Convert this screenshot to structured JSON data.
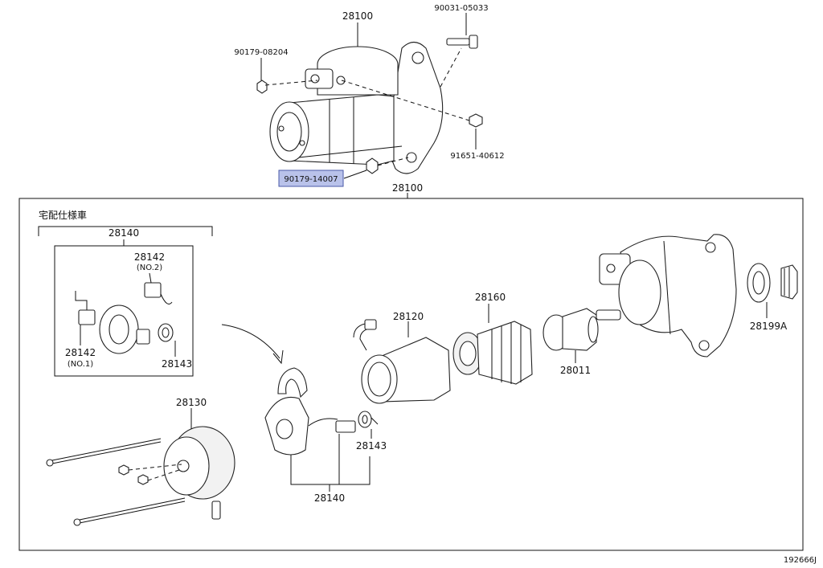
{
  "labels": {
    "top_starter": "28100",
    "bolt_top": "90031-05033",
    "nut_left": "90179-08204",
    "bolt_right": "91651-40612",
    "nut_highlight": "90179-14007",
    "frame_title": "28100",
    "spec_note": "宅配仕様車",
    "sub_group": "28140",
    "brush_no2": "28142",
    "brush_no2_note": "(NO.2)",
    "brush_no1": "28142",
    "brush_no1_note": "(NO.1)",
    "spring_inset": "28143",
    "end_frame": "28130",
    "yoke": "28120",
    "armature": "28160",
    "clutch": "28011",
    "gear": "28199A",
    "spring_main": "28143",
    "holder_main": "28140",
    "diagram_id": "192666J"
  },
  "colors": {
    "highlight_fill": "#b9c2ea",
    "highlight_border": "#4a5aa8",
    "line": "#111111"
  }
}
